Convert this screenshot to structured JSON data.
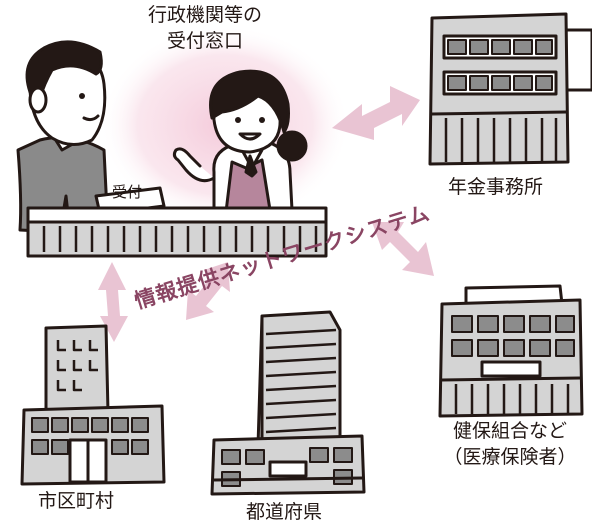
{
  "labels": {
    "window": "行政機関等の\n受付窓口",
    "pension_office": "年金事務所",
    "health_insurer": "健保組合など\n（医療保険者）",
    "municipality": "市区町村",
    "prefecture": "都道府県",
    "network": "情報提供ネットワークシステム",
    "counter_sign": "受付"
  },
  "colors": {
    "arrow_pink": "#e9c4d3",
    "glow_pink": "#f4c8d9",
    "building_gray": "#d4d4d4",
    "window_dark": "#8c8c8c",
    "network_text": "#8a4563",
    "line": "#231815",
    "vest": "#b6869c",
    "shirt": "#8a8a8a"
  },
  "icons": {
    "clerk": "receptionist-woman",
    "visitor": "visitor-man",
    "pension_building": "office-building-icon",
    "health_building": "office-building-icon",
    "city_building": "city-hall-icon",
    "pref_building": "tower-building-icon"
  }
}
